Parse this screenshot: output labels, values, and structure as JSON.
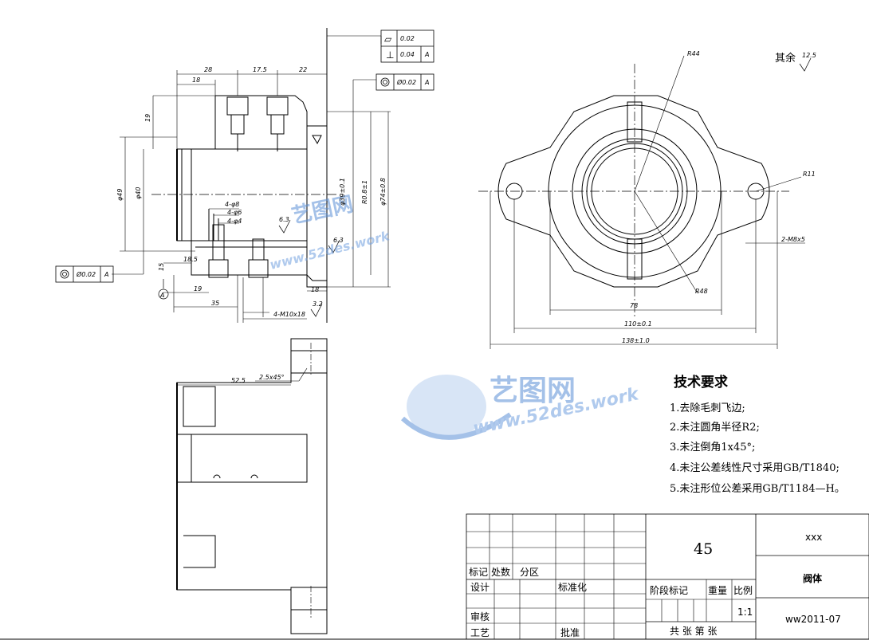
{
  "drawing": {
    "remaining_roughness": {
      "label": "其余",
      "value": "12.5"
    },
    "tech_title": "技术要求",
    "tech_items": [
      "1.去除毛刺飞边;",
      "2.未注圆角半径R2;",
      "3.未注倒角1x45°;",
      "4.未注公差线性尺寸采用GB/T1840;",
      "5.未注形位公差采用GB/T1184—H。"
    ],
    "front_dims": {
      "d28": "28",
      "d17_5": "17.5",
      "d22": "22",
      "d18_top": "18",
      "d19v": "19",
      "phi49": "φ49",
      "phi40": "φ40",
      "phi39": "φ39±0.1",
      "phi_r": "R0.8±1",
      "phi74": "φ74±0.8",
      "h4_98": "4-φ8",
      "h4_96": "4-φ6",
      "h4_94": "4-φ4",
      "r63a": "6.3",
      "r63b": "6.3",
      "r32": "3.2",
      "d15": "15",
      "d18_5": "18.5",
      "d19": "19",
      "d35": "35",
      "d18b": "18",
      "m10": "4-M10x18"
    },
    "datum": {
      "label": "A"
    },
    "fcf_top": [
      {
        "sym": "▱",
        "tol": "0.02",
        "ref": ""
      },
      {
        "sym": "⊥",
        "tol": "0.04",
        "ref": "A"
      }
    ],
    "fcf_coax": {
      "sym": "◎",
      "tol": "Ø0.02",
      "ref": "A"
    },
    "fcf_left": {
      "sym": "◎",
      "tol": "Ø0.02",
      "ref": "A"
    },
    "side_dims": {
      "r44": "R44",
      "r11": "R11",
      "r48": "R48",
      "m8": "2-M8x5",
      "d78": "78",
      "d110": "110±0.1",
      "d138": "138±1.0"
    },
    "section_dims": {
      "d52_5": "52.5",
      "chamfer": "2.5x45°"
    },
    "title_block": {
      "material": "45",
      "part_name": "阀体",
      "company": "xxx",
      "drawing_no": "ww2011-07",
      "scale": "1:1",
      "labels": {
        "mark": "标记",
        "count": "处数",
        "zone": "分区",
        "design": "设计",
        "standard": "标准化",
        "review": "审核",
        "process": "工艺",
        "approve": "批准",
        "stage": "阶段标记",
        "weight": "重量",
        "ratio": "比例",
        "sheets": "共 张 第 张"
      }
    },
    "watermark": {
      "brand": "艺图网",
      "site": "www.52des.work"
    }
  }
}
